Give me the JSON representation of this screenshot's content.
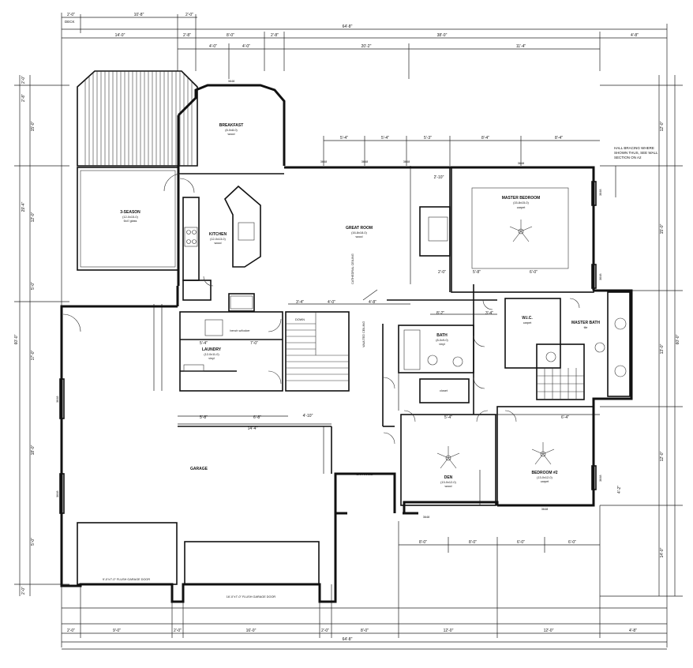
{
  "rooms": {
    "breakfast": {
      "name": "BREAKFAST",
      "size": "(8-0x8-0)",
      "floor": "wood"
    },
    "three_season": {
      "name": "3-SEASON",
      "size": "(12-0x15-0)",
      "floor": "6x4' glass"
    },
    "kitchen": {
      "name": "KITCHEN",
      "size": "(12-0x13-0)",
      "floor": "wood"
    },
    "great_room": {
      "name": "GREAT ROOM",
      "size": "(16-8x18-0)",
      "floor": "wood"
    },
    "master_bedroom": {
      "name": "MASTER BEDROOM",
      "size": "(15-8x15-0)",
      "floor": "carpet"
    },
    "wic": {
      "name": "W.I.C.",
      "floor": "carpet"
    },
    "master_bath": {
      "name": "MASTER BATH",
      "floor": "tile"
    },
    "laundry": {
      "name": "LAUNDRY",
      "size": "(12-0x11-0)",
      "floor": "vinyl"
    },
    "bath": {
      "name": "BATH",
      "size": "(8-0x9-0)",
      "floor": "vinyl"
    },
    "den": {
      "name": "DEN",
      "size": "(13-0x12-0)",
      "floor": "wood"
    },
    "bedroom2": {
      "name": "BEDROOM #2",
      "size": "(13-0x12-0)",
      "floor": "carpet"
    },
    "garage": {
      "name": "GARAGE"
    },
    "entrance": {
      "name": "ENTRANCE"
    }
  },
  "labels": {
    "deck": "DECK",
    "down": "DOWN",
    "bench": "bench w/locker",
    "closet": "closet",
    "cathedral": "CATHEDRAL CEILING",
    "vaulted": "VAULTED CEILING",
    "garage_door_small": "9'-0\"x7'-0\" FLUSH GARAGE DOOR",
    "garage_door_large": "16'-0\"x7'-0\" FLUSH GARAGE DOOR",
    "hall_note": [
      "HALL BRACING WHERE",
      "SHOWN THUS, SEE WALL",
      "SECTION ON A2"
    ],
    "window_codes": [
      "3648",
      "3648",
      "3648",
      "3648",
      "3648",
      "3648",
      "3648",
      "3648",
      "3648",
      "3648",
      "3648",
      "3648"
    ]
  },
  "dims": {
    "top_deck": [
      "2'-0\"",
      "10'-8\"",
      "2'-0\""
    ],
    "top_overall": "64'-8\"",
    "top_row": [
      "14'-0\"",
      "2'-8\"",
      "8'-0\"",
      "2'-8\"",
      "38'-0\"",
      "4'-8\""
    ],
    "breakfast_row": [
      "4'-0\"",
      "4'-0\"",
      "20'-2\"",
      "11'-4\""
    ],
    "great_room_windows": [
      "5'-4\"",
      "5'-4\"",
      "5'-3\"",
      "8'-4\"",
      "8'-4\""
    ],
    "bottom_row1": [
      "2'-0\"",
      "9'-0\"",
      "2'-0\"",
      "16'-0\"",
      "2'-0\"",
      "8'-0\"",
      "12'-0\"",
      "12'-0\"",
      "4'-8\""
    ],
    "bottom_row2": [
      "8'-0\"",
      "8'-0\"",
      "6'-0\"",
      "6'-0\""
    ],
    "bottom_overall": "64'-8\"",
    "left_side": [
      "2'-0\"",
      "2'-8\"",
      "15'-0\"",
      "12'-0\"",
      "5'-0\"",
      "17'-0\"",
      "18'-0\"",
      "5'-0\"",
      "2'-0\""
    ],
    "left_overall": [
      "29'-4\"",
      "60'-0\""
    ],
    "right_side": [
      "12'-0\"",
      "15'-0\"",
      "13'-0\"",
      "12'-0\"",
      "14'-0\""
    ],
    "right_overall": "60'-0\"",
    "interior": [
      "5'-4\"",
      "7'-0\"",
      "14'-4\"",
      "5'-8\"",
      "6'-8\"",
      "4'-10\"",
      "3'-4\"",
      "4'-0\"",
      "2'-10\"",
      "4'-8\"",
      "2'-0\"",
      "5'-8\"",
      "6'-0\"",
      "3'-4\"",
      "8'-2\"",
      "5'-4\"",
      "6'-4\"",
      "4'-2\""
    ]
  }
}
